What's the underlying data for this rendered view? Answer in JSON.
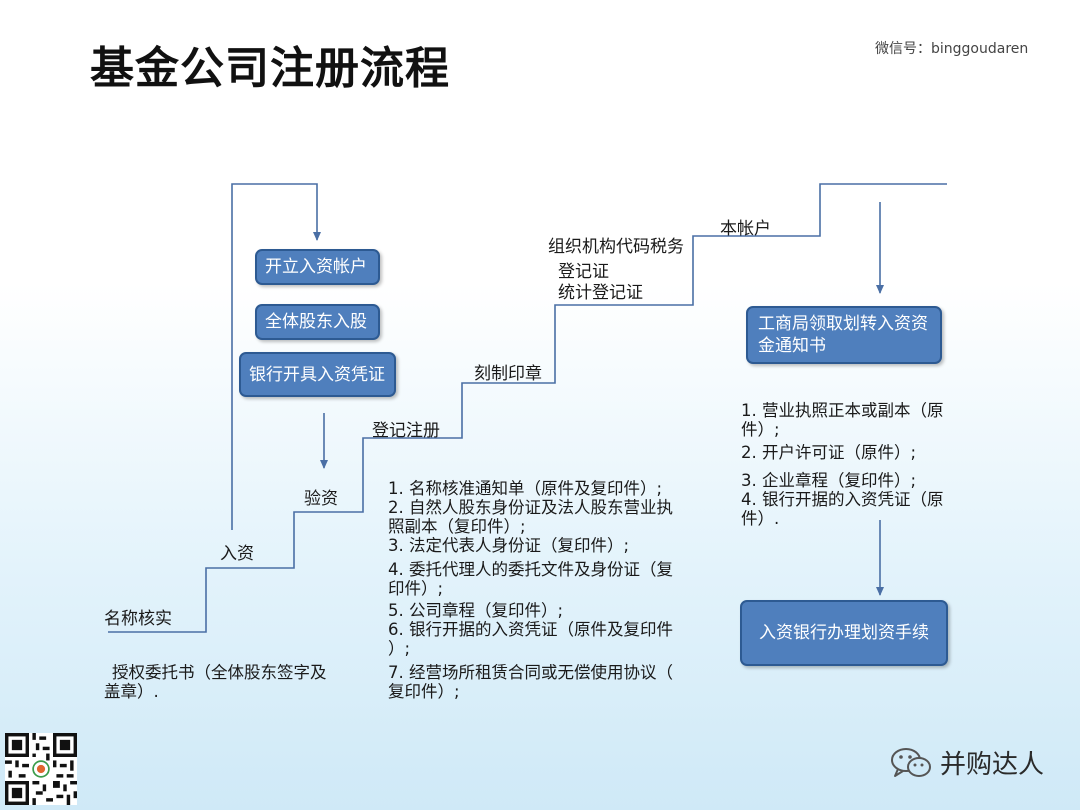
{
  "header": {
    "title": "基金公司注册流程",
    "wechat_id": "微信号：binggoudaren"
  },
  "steps": {
    "name_check": "名称核实",
    "capital_in": "入资",
    "verify_capital": "验资",
    "register": "登记注册",
    "engrave_seal": "刻制印章",
    "org_code_tax": "组织机构代码税务",
    "reg_cert": "登记证",
    "stat_reg_cert": "统计登记证",
    "bank_account": "本帐户"
  },
  "boxes": {
    "open_account": "开立入资帐户",
    "shareholders_invest": "全体股东入股",
    "bank_certificate": "银行开具入资凭证",
    "aic_notice": "工商局领取划转入资资金通知书",
    "bank_transfer": "入资银行办理划资手续"
  },
  "notes": {
    "authorization": [
      "授权委托书（全体股东签字及",
      "盖章）."
    ],
    "register_docs": [
      "1.  名称核准通知单（原件及复印件）;",
      "2.  自然人股东身份证及法人股东营业执",
      "照副本（复印件）;",
      "3.  法定代表人身份证（复印件）;",
      "4.  委托代理人的委托文件及身份证（复",
      "印件）;",
      "5.  公司章程（复印件）;",
      "6.  银行开据的入资凭证（原件及复印件",
      "）;",
      "7.  经营场所租赁合同或无偿使用协议（",
      "复印件）;"
    ],
    "transfer_docs": [
      "1.  营业执照正本或副本（原",
      "件）;",
      "2.  开户许可证（原件）;",
      "3.  企业章程（复印件）;",
      "4.  银行开据的入资凭证（原",
      "件）."
    ]
  },
  "footer": {
    "brand": "并购达人"
  }
}
